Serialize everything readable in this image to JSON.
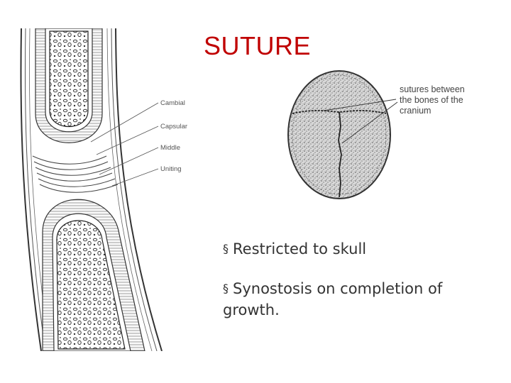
{
  "slide": {
    "title": "SUTURE",
    "bullet_marker": "§",
    "bullets": [
      "Restricted to skull",
      "Synostosis on completion of growth."
    ]
  },
  "suture_diagram": {
    "labels": [
      "Cambial",
      "Capsular",
      "Middle",
      "Uniting"
    ]
  },
  "skull_diagram": {
    "label_lines": [
      "sutures between",
      "the bones of the",
      "cranium"
    ]
  },
  "colors": {
    "title": "#c00000",
    "text": "#333333",
    "diagram_line": "#444444"
  }
}
